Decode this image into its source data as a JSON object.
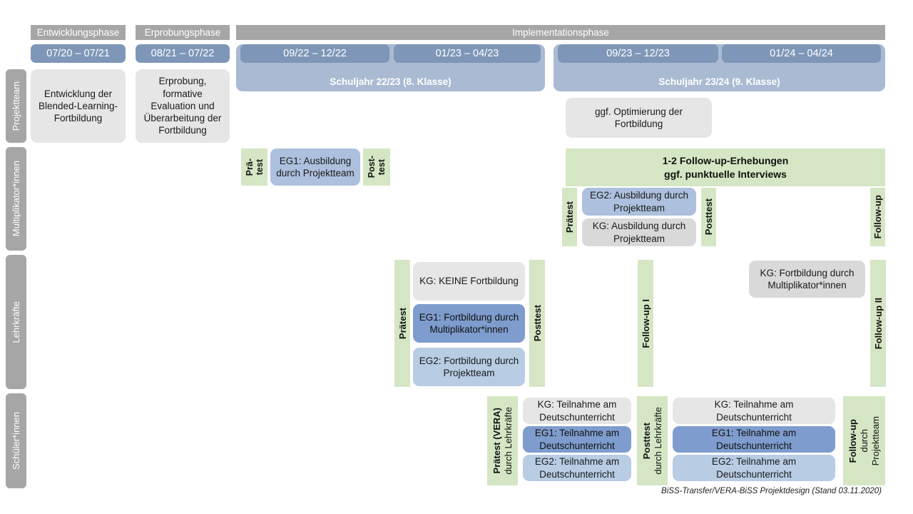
{
  "timeline": {
    "phases": [
      {
        "label": "Entwicklungsphase"
      },
      {
        "label": "Erprobungsphase"
      },
      {
        "label": "Implementationsphase"
      }
    ],
    "periods": [
      {
        "label": "07/20 – 07/21"
      },
      {
        "label": "08/21 – 07/22"
      },
      {
        "label": "09/22 – 12/22"
      },
      {
        "label": "01/23 – 04/23"
      },
      {
        "label": "09/23 – 12/23"
      },
      {
        "label": "01/24 – 04/24"
      }
    ],
    "school_years": [
      {
        "label": "Schuljahr 22/23 (8. Klasse)"
      },
      {
        "label": "Schuljahr 23/24 (9. Klasse)"
      }
    ]
  },
  "rows": [
    {
      "label": "Projektteam"
    },
    {
      "label": "Multiplikator*innen"
    },
    {
      "label": "Lehrkräfte"
    },
    {
      "label": "Schüler*innen"
    }
  ],
  "projektteam": {
    "entwicklung": "Entwicklung der Blended-Learning-Fortbildung",
    "erprobung": "Erprobung, formative Evaluation und Überarbeitung der Fortbildung",
    "optimierung": "ggf. Optimierung der Fortbildung"
  },
  "multiplikatoren": {
    "praetest_line1": "Prä-",
    "praetest_line2": "test",
    "posttest_line1": "Post-",
    "posttest_line2": "test",
    "eg1": "EG1: Ausbildung durch Projektteam",
    "followup_banner": "1-2 Follow-up-Erhebungen\nggf. punktuelle Interviews",
    "followup_banner_l1": "1-2 Follow-up-Erhebungen",
    "followup_banner_l2": "ggf. punktuelle Interviews",
    "praetest2": "Prätest",
    "posttest2": "Posttest",
    "followup": "Follow-up",
    "eg2": "EG2:  Ausbildung durch Projektteam",
    "kg": "KG: Ausbildung durch Projektteam"
  },
  "lehrkraefte": {
    "praetest": "Prätest",
    "posttest": "Posttest",
    "followup1": "Follow-up I",
    "followup2": "Follow-up II",
    "kg_keine": "KG:  KEINE Fortbildung",
    "eg1": "EG1: Fortbildung durch Multiplikator*innen",
    "eg2": "EG2: Fortbildung durch Projektteam",
    "kg_fortbildung": "KG: Fortbildung durch Multiplikator*innen"
  },
  "schuelerinnen": {
    "praetest_bold": "Prätest (VERA)",
    "praetest_reg": "durch Lehrkräfte",
    "posttest_bold": "Posttest",
    "posttest_reg": "durch Lehrkräfte",
    "followup_bold": "Follow-up",
    "followup_reg1": "durch",
    "followup_reg2": "Projektteam",
    "block1": [
      {
        "label": "KG: Teilnahme am Deutschunterricht",
        "style": "gray"
      },
      {
        "label": "EG1: Teilnahme am Deutschunterricht",
        "style": "blue-md"
      },
      {
        "label": "EG2: Teilnahme am Deutschunterricht",
        "style": "blue-pale"
      }
    ],
    "block2": [
      {
        "label": "KG: Teilnahme am Deutschunterricht",
        "style": "gray"
      },
      {
        "label": "EG1: Teilnahme am Deutschunterricht",
        "style": "blue-md"
      },
      {
        "label": "EG2: Teilnahme am Deutschunterricht",
        "style": "blue-pale"
      }
    ]
  },
  "footer": {
    "text": "BiSS-Transfer/VERA-BiSS Projektdesign (Stand 03.11.2020)"
  },
  "colors": {
    "gray_header": "#a6a6a6",
    "period_blue": "#7e97b8",
    "schuljahr_blue": "#a9bad2",
    "green_strip": "#d5e6c4",
    "box_gray": "#e6e6e6",
    "box_blue_light": "#adc0dd",
    "box_blue_medium": "#7e9ccd",
    "box_blue_pale": "#b8cce4"
  }
}
